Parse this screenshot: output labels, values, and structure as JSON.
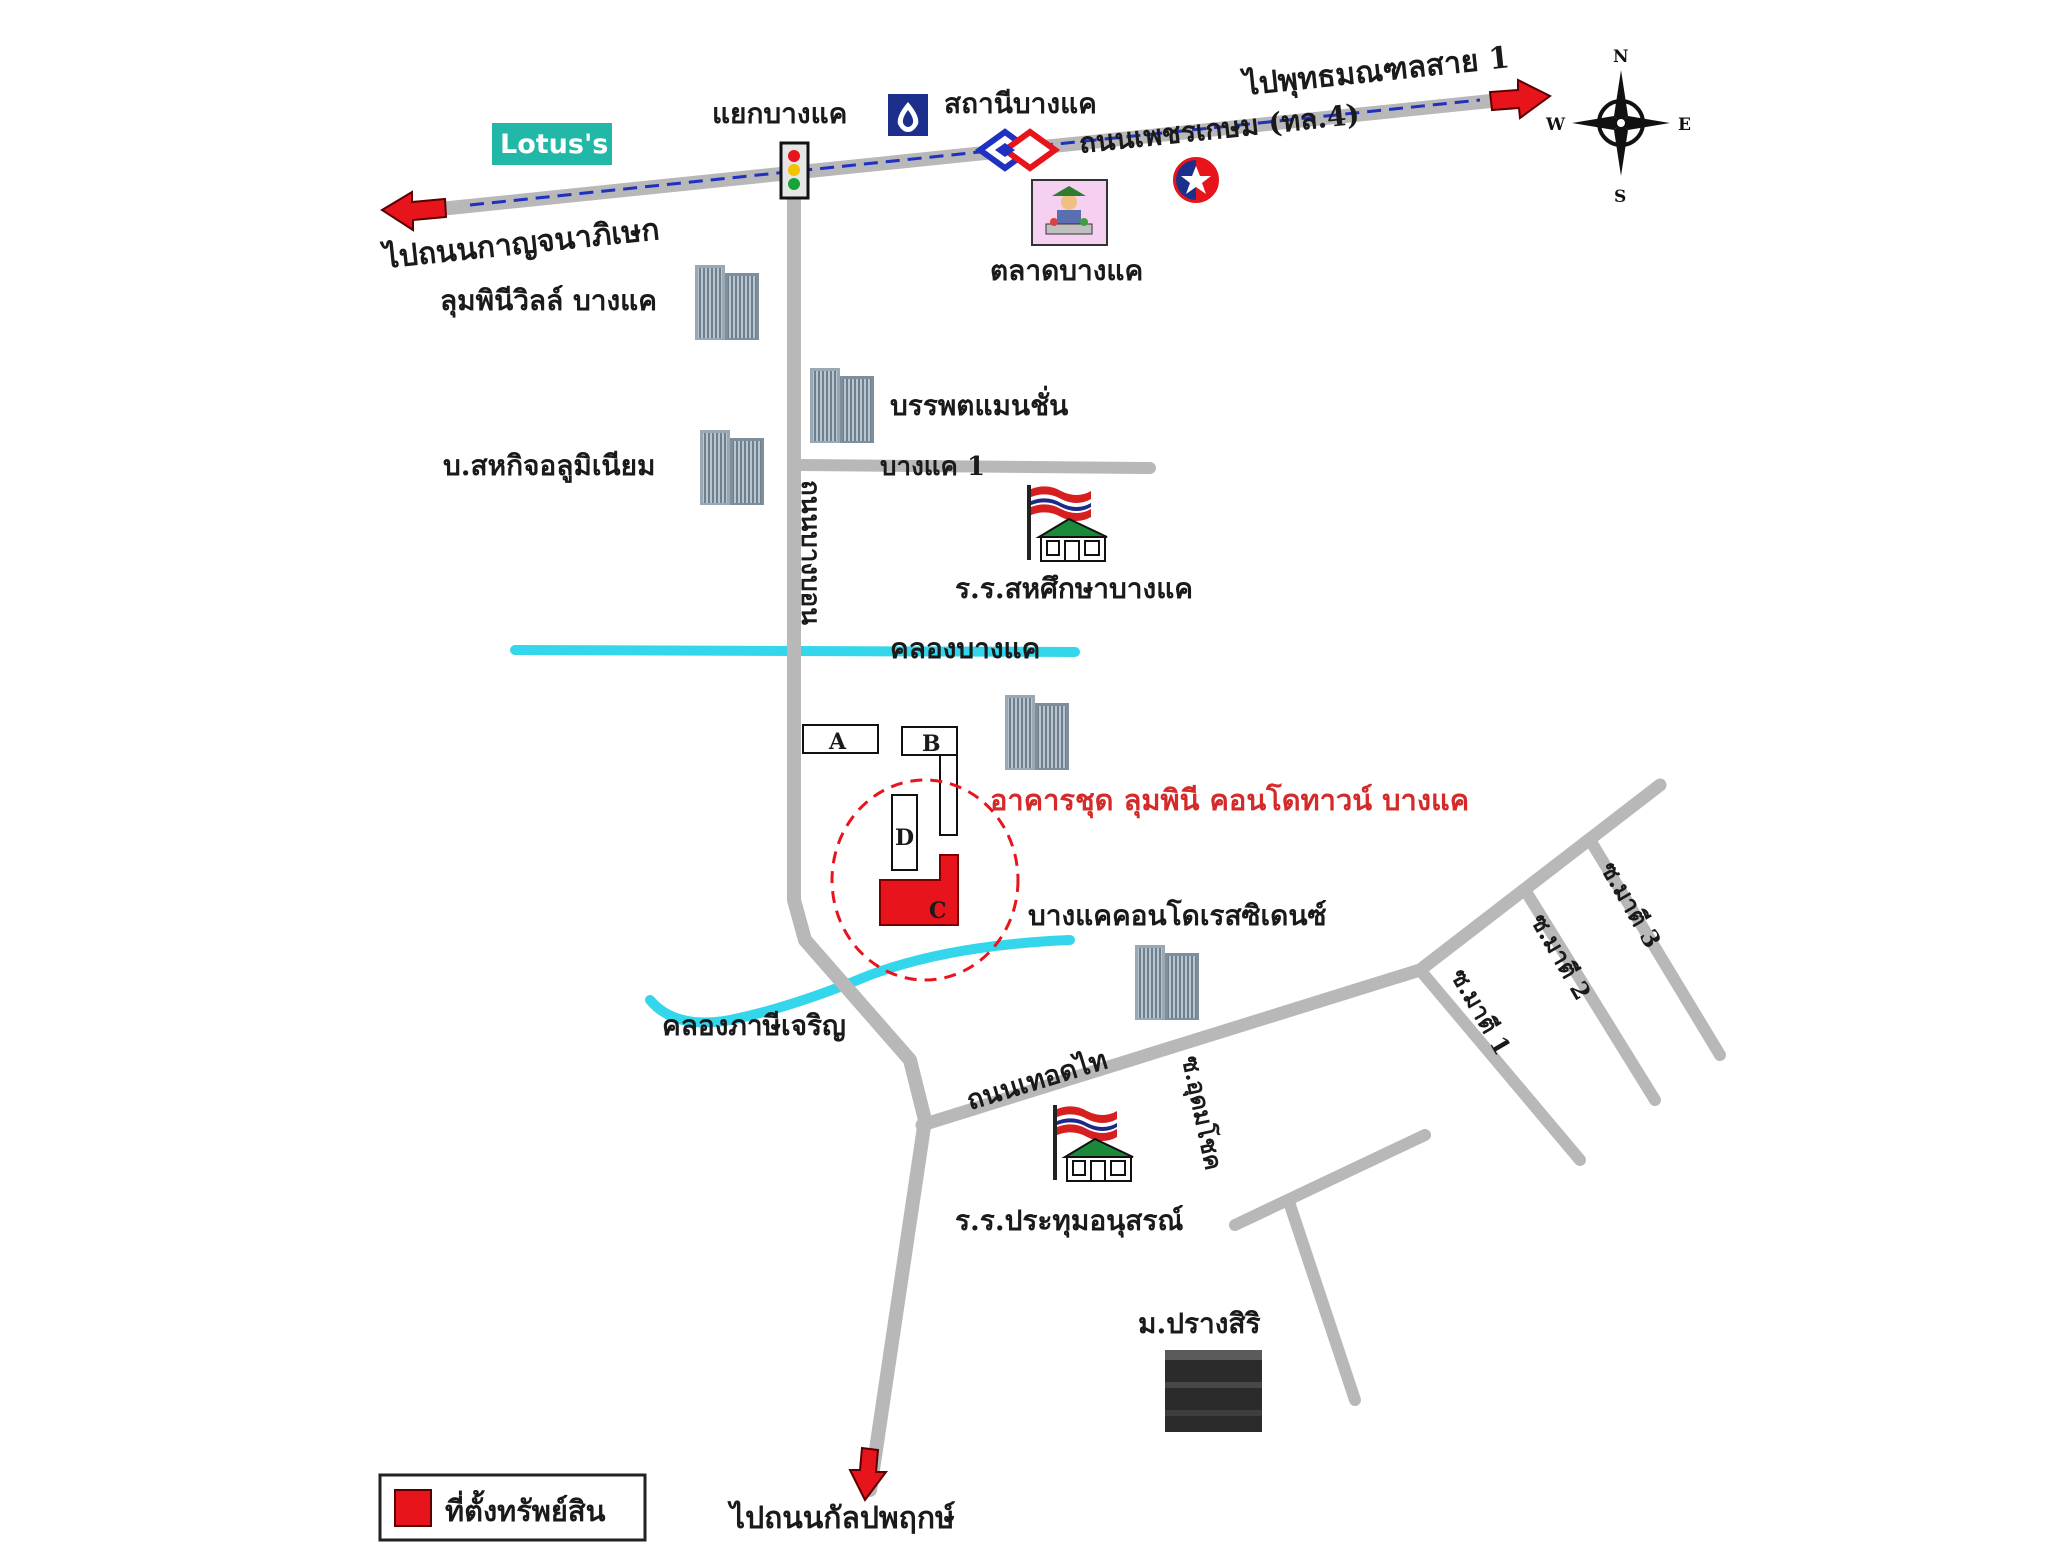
{
  "map": {
    "roads": {
      "main_road": "ถนนเพชรเกษม (ทล.4)",
      "bang_bon": "ถนนบางบอน",
      "thoet_thai": "ถนนเทอดไท",
      "bang_khae_1": "บางแค 1",
      "soi_udom": "ซ.อุดมโชค",
      "soi_mati_1": "ซ.มาตี 1",
      "soi_mati_2": "ซ.มาตี 2",
      "soi_mati_3": "ซ.มาตี 3"
    },
    "directions": {
      "to_west": "ไปถนนกาญจนาภิเษก",
      "to_east": "ไปพุทธมณฑลสาย 1",
      "to_south": "ไปถนนกัลปพฤกษ์"
    },
    "places": {
      "lotus": "Lotus's",
      "intersection": "แยกบางแค",
      "station": "สถานีบางแค",
      "market": "ตลาดบางแค",
      "lumpini_ville": "ลุมพินีวิลล์ บางแค",
      "banpot_mansion": "บรรพตแมนชั่น",
      "aluminium_co": "บ.สหกิจอลูมิเนียม",
      "school_1": "ร.ร.สหศึกษาบางแค",
      "canal_bangkhae": "คลองบางแค",
      "target_condo": "อาคารชุด ลุมพินี คอนโดทาวน์ บางแค",
      "bangkhae_condo": "บางแคคอนโดเรสซิเดนซ์",
      "canal_phasi": "คลองภาษีเจริญ",
      "school_2": "ร.ร.ประทุมอนุสรณ์",
      "village": "ม.ปรางสิริ"
    },
    "buildings": {
      "a": "A",
      "b": "B",
      "c": "C",
      "d": "D"
    },
    "compass": {
      "n": "N",
      "s": "S",
      "e": "E",
      "w": "W"
    },
    "legend": {
      "label": "ที่ตั้งทรัพย์สิน",
      "color": "#e8141c"
    },
    "colors": {
      "road": "#b8b8b8",
      "canal": "#33d6ea",
      "arrow": "#e8141c",
      "rail": "#2030c0"
    }
  }
}
